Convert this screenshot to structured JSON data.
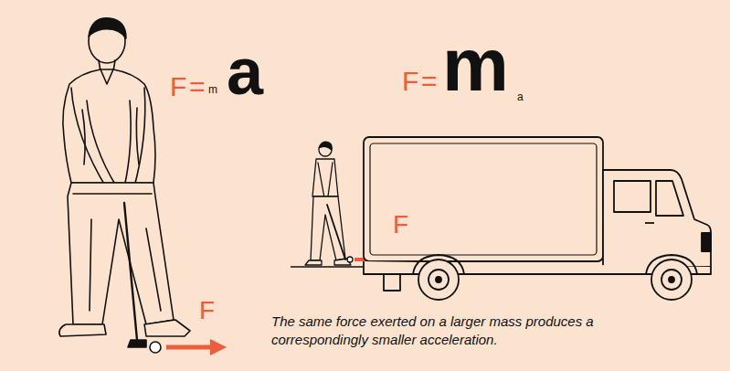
{
  "diagram": {
    "caption": "The same force exerted on a larger mass produces a correspondingly smaller acceleration.",
    "labels": [
      "F",
      "=",
      "m",
      "a",
      "F",
      "=",
      "m",
      "a",
      "F",
      "F"
    ]
  }
}
